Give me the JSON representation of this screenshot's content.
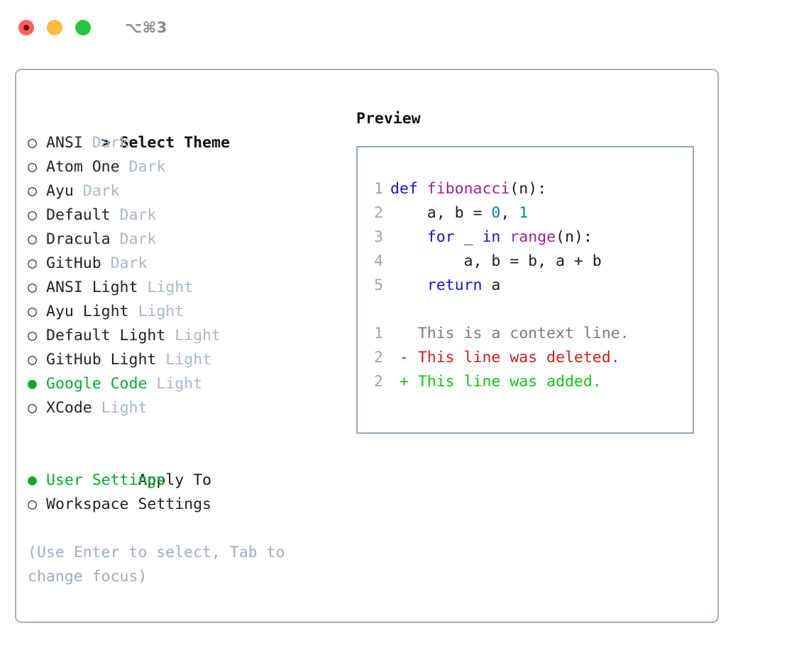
{
  "titlebar": {
    "shortcut": "⌥⌘3",
    "buttons": [
      {
        "name": "close",
        "color": "#ff605c"
      },
      {
        "name": "minimize",
        "color": "#fdbc40"
      },
      {
        "name": "maximize",
        "color": "#24c73f"
      }
    ]
  },
  "left": {
    "header_marker": ">",
    "header": "Select Theme",
    "themes": [
      {
        "marker": "○",
        "name": "ANSI",
        "kind": "Dark",
        "selected": false
      },
      {
        "marker": "○",
        "name": "Atom One",
        "kind": "Dark",
        "selected": false
      },
      {
        "marker": "○",
        "name": "Ayu",
        "kind": "Dark",
        "selected": false
      },
      {
        "marker": "○",
        "name": "Default",
        "kind": "Dark",
        "selected": false
      },
      {
        "marker": "○",
        "name": "Dracula",
        "kind": "Dark",
        "selected": false
      },
      {
        "marker": "○",
        "name": "GitHub",
        "kind": "Dark",
        "selected": false
      },
      {
        "marker": "○",
        "name": "ANSI Light",
        "kind": "Light",
        "selected": false
      },
      {
        "marker": "○",
        "name": "Ayu Light",
        "kind": "Light",
        "selected": false
      },
      {
        "marker": "○",
        "name": "Default Light",
        "kind": "Light",
        "selected": false
      },
      {
        "marker": "○",
        "name": "GitHub Light",
        "kind": "Light",
        "selected": false
      },
      {
        "marker": "●",
        "name": "Google Code",
        "kind": "Light",
        "selected": true
      },
      {
        "marker": "○",
        "name": "XCode",
        "kind": "Light",
        "selected": false
      }
    ],
    "apply_to_header": "Apply To",
    "apply_to": [
      {
        "marker": "●",
        "label": "User Settings",
        "selected": true
      },
      {
        "marker": "○",
        "label": "Workspace Settings",
        "selected": false
      }
    ],
    "hint": "(Use Enter to select, Tab to change focus)"
  },
  "right": {
    "preview_header": "Preview",
    "code_lines": [
      {
        "ln": "1",
        "tokens": [
          {
            "t": "def ",
            "c": "kw"
          },
          {
            "t": "fibonacci",
            "c": "fn"
          },
          {
            "t": "(n):",
            "c": "pl"
          }
        ]
      },
      {
        "ln": "2",
        "tokens": [
          {
            "t": "    a, b = ",
            "c": "pl"
          },
          {
            "t": "0",
            "c": "num"
          },
          {
            "t": ", ",
            "c": "pl"
          },
          {
            "t": "1",
            "c": "num"
          }
        ]
      },
      {
        "ln": "3",
        "tokens": [
          {
            "t": "    ",
            "c": "pl"
          },
          {
            "t": "for",
            "c": "kw"
          },
          {
            "t": " _ ",
            "c": "pl"
          },
          {
            "t": "in",
            "c": "kw"
          },
          {
            "t": " ",
            "c": "pl"
          },
          {
            "t": "range",
            "c": "fn"
          },
          {
            "t": "(n):",
            "c": "pl"
          }
        ]
      },
      {
        "ln": "4",
        "tokens": [
          {
            "t": "        a, b = b, a + b",
            "c": "pl"
          }
        ]
      },
      {
        "ln": "5",
        "tokens": [
          {
            "t": "    ",
            "c": "pl"
          },
          {
            "t": "return",
            "c": "kw"
          },
          {
            "t": " a",
            "c": "pl"
          }
        ]
      }
    ],
    "diff_lines": [
      {
        "ln": "1",
        "text": "   This is a context line.",
        "cls": "ctx"
      },
      {
        "ln": "2",
        "text": " - This line was deleted.",
        "cls": "del"
      },
      {
        "ln": "2",
        "text": " + This line was added.",
        "cls": "add"
      }
    ]
  },
  "colors": {
    "accent_green": "#0ba82f",
    "muted": "#adb6c4",
    "border": "#a7b0bd",
    "keyword": "#1414c8",
    "function": "#a0209a",
    "number": "#0d8080",
    "deleted": "#cc1f1f",
    "added": "#15c215"
  }
}
